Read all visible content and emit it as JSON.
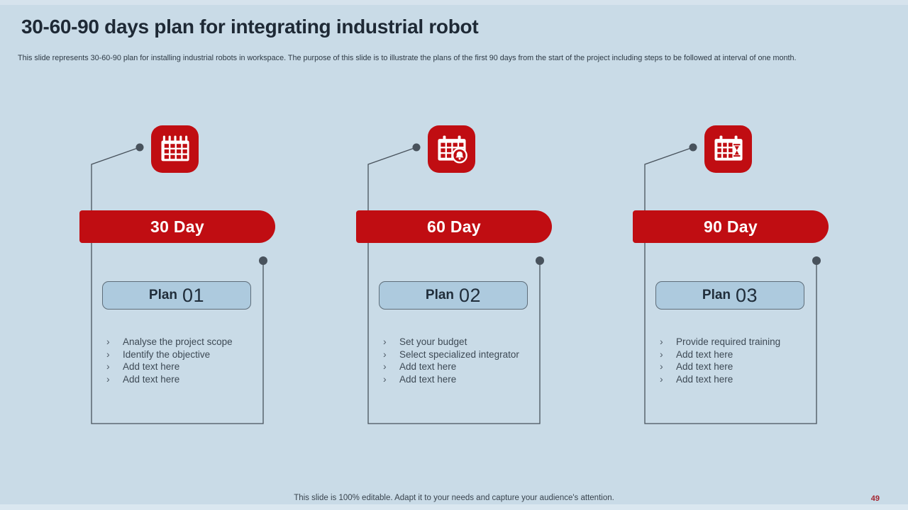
{
  "slide": {
    "title": "30-60-90 days plan for integrating industrial robot",
    "subtitle": "This slide represents 30-60-90 plan for installing industrial robots in workspace. The purpose of this slide is to illustrate the plans of the first 90 days from the start of the project including steps to be followed at interval of one month.",
    "footer": "This slide is 100% editable. Adapt it to your needs and capture your audience's attention.",
    "page_number": "49"
  },
  "colors": {
    "background": "#c9dbe7",
    "accent_red": "#c00d12",
    "plan_box_fill": "#adcade",
    "connector_line": "#48525c",
    "title_text": "#1e2935",
    "body_text": "#3d4954",
    "page_number_red": "#a32530"
  },
  "columns": [
    {
      "icon": "calendar-icon",
      "banner": "30 Day",
      "plan_label": "Plan",
      "plan_number": "01",
      "items": [
        "Analyse the project scope",
        "Identify the objective",
        "Add text here",
        "Add text here"
      ]
    },
    {
      "icon": "calendar-bell-icon",
      "banner": "60 Day",
      "plan_label": "Plan",
      "plan_number": "02",
      "items": [
        "Set your budget",
        "Select specialized integrator",
        "Add text here",
        "Add text here"
      ]
    },
    {
      "icon": "calendar-hourglass-icon",
      "banner": "90 Day",
      "plan_label": "Plan",
      "plan_number": "03",
      "items": [
        "Provide required training",
        "Add text here",
        "Add text here",
        "Add text here"
      ]
    }
  ]
}
